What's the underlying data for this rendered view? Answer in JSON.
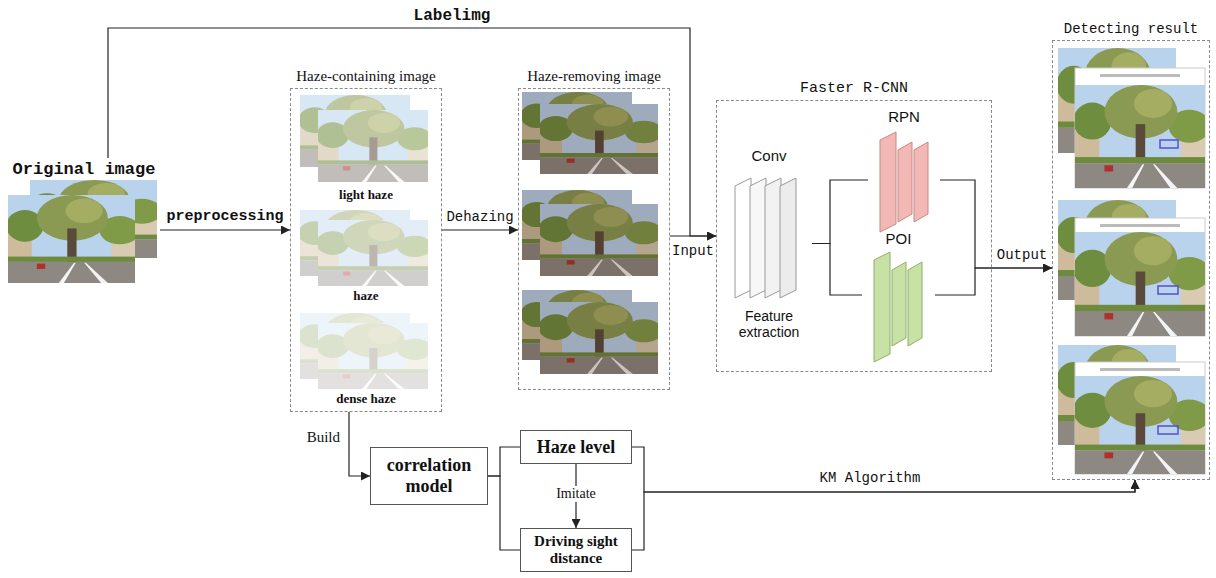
{
  "diagram": {
    "nodes": [
      {
        "text": [
          "Original image"
        ]
      },
      {
        "text": [
          "Haze-containing image"
        ]
      },
      {
        "text": [
          "light haze"
        ],
        "in": 1
      },
      {
        "text": [
          "haze"
        ],
        "in": 1
      },
      {
        "text": [
          "dense haze"
        ],
        "in": 1
      },
      {
        "text": [
          "Haze-removing image"
        ]
      },
      {
        "text": [
          "Faster R-CNN"
        ]
      },
      {
        "text": [
          "Conv",
          "Feature extraction"
        ],
        "in": 6
      },
      {
        "text": [
          "RPN"
        ],
        "in": 6
      },
      {
        "text": [
          "POI"
        ],
        "in": 6
      },
      {
        "text": [
          "Detecting result"
        ]
      },
      {
        "text": [
          "correlation model"
        ]
      },
      {
        "text": [
          "Haze level"
        ]
      },
      {
        "text": [
          "Driving sight distance"
        ]
      }
    ],
    "edges": [
      {
        "from": 0,
        "to": 1,
        "label": "preprocessing",
        "arrow": "to"
      },
      {
        "from": 1,
        "to": 5,
        "label": "Dehazing",
        "arrow": "to"
      },
      {
        "from": 5,
        "to": 6,
        "label": "Input",
        "arrow": "to"
      },
      {
        "from": 0,
        "to": 6,
        "label": "Labelimg",
        "arrow": "to"
      },
      {
        "from": 7,
        "to": 8,
        "arrow": "none"
      },
      {
        "from": 7,
        "to": 9,
        "arrow": "none"
      },
      {
        "from": 8,
        "to": 10,
        "label": "Output",
        "arrow": "to"
      },
      {
        "from": 9,
        "to": 10,
        "arrow": "to"
      },
      {
        "from": 1,
        "to": 11,
        "label": "Build",
        "arrow": "to"
      },
      {
        "from": 11,
        "to": 12,
        "arrow": "none"
      },
      {
        "from": 11,
        "to": 13,
        "arrow": "none"
      },
      {
        "from": 12,
        "to": 13,
        "label": "Imitate",
        "arrow": "to"
      },
      {
        "from": 12,
        "to": 10,
        "label": "KM Algorithm",
        "arrow": "to"
      },
      {
        "from": 13,
        "to": 10,
        "arrow": "to"
      }
    ]
  }
}
